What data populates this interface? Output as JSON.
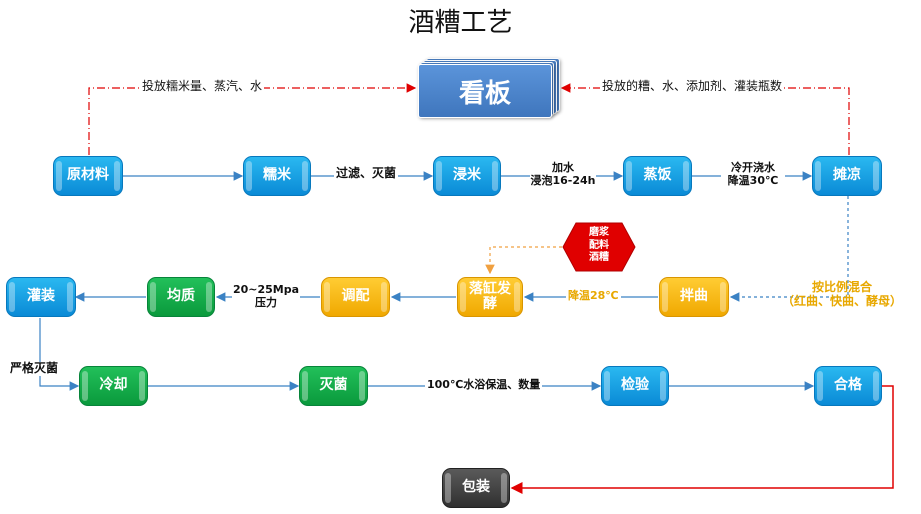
{
  "title": "酒糟工艺",
  "board": {
    "label": "看板"
  },
  "top_labels": {
    "left": "投放糯米量、蒸汽、水",
    "right": "投放的糟、水、添加剂、灌装瓶数"
  },
  "row1": {
    "nodes": [
      "原材料",
      "糯米",
      "浸米",
      "蒸饭",
      "摊凉"
    ],
    "labels": {
      "filter": "过滤、灭菌",
      "soak_line1": "加水",
      "soak_line2": "浸泡16-24h",
      "cool_line1": "冷开浇水",
      "cool_line2": "降温30℃"
    }
  },
  "row2": {
    "nodes": [
      "灌装",
      "均质",
      "调配",
      "落缸发酵",
      "拌曲"
    ],
    "labels": {
      "pressure_line1": "20~25Mpa",
      "pressure_line2": "压力",
      "cool28": "降温28℃",
      "mix_line1": "按比例混合",
      "mix_line2": "（红曲、快曲、酵母）"
    },
    "hex_lines": [
      "磨浆",
      "配料",
      "酒糟"
    ]
  },
  "row3": {
    "nodes": [
      "冷却",
      "灭菌",
      "检验",
      "合格"
    ],
    "labels": {
      "sterilize": "严格灭菌",
      "bath": "100℃水浴保温、数量"
    }
  },
  "final": {
    "node": "包装"
  },
  "colors": {
    "blue": "#0a8ad6",
    "yellow": "#f0a800",
    "green": "#0a9a3c",
    "gray": "#303030",
    "arrow_blue": "#3b82c4",
    "arrow_red": "#e00000",
    "arrow_orange": "#f0a040"
  }
}
